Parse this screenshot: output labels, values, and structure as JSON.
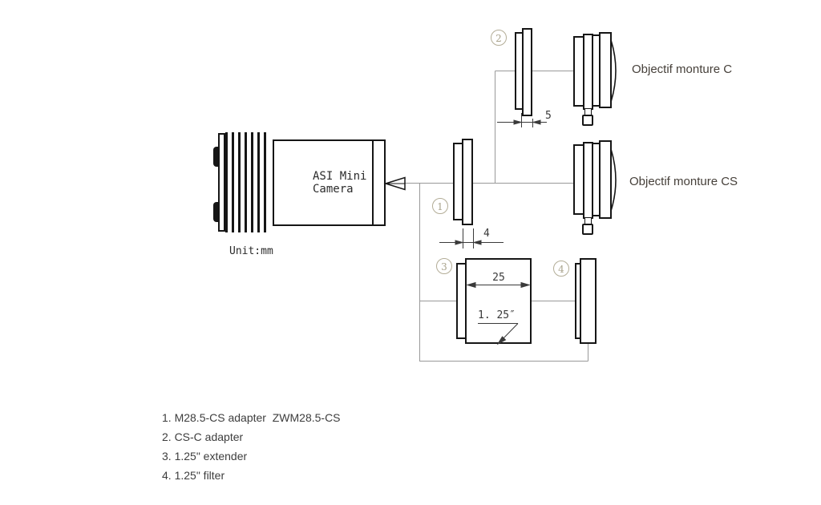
{
  "camera": {
    "name_line1": "ASI Mini",
    "name_line2": "Camera",
    "unit": "Unit:mm"
  },
  "callouts": {
    "c1": "1",
    "c2": "2",
    "c3": "3",
    "c4": "4"
  },
  "dimensions": {
    "adapter2_thickness": "5",
    "adapter1_thickness": "4",
    "extender_length": "25",
    "extender_diameter": "1. 25″"
  },
  "lenses": {
    "c_label": "Objectif monture C",
    "cs_label": "Objectif monture CS"
  },
  "legend": {
    "items": [
      "1. M28.5-CS adapter  ZWM28.5-CS",
      "2. CS-C adapter",
      "3. 1.25\" extender",
      "4. 1.25\" filter"
    ]
  },
  "colors": {
    "outline": "#161616",
    "connector": "#999999",
    "callout": "#b3ad97",
    "dim_text": "#3a3a3a",
    "legend_text": "#3d3d3d"
  }
}
